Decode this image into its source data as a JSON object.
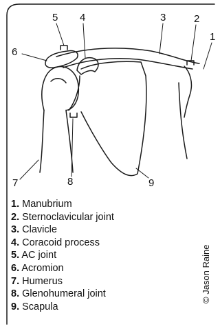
{
  "callouts": [
    "5",
    "4",
    "3",
    "2",
    "1",
    "6",
    "7",
    "8",
    "9"
  ],
  "legend": [
    {
      "num": "1.",
      "label": "Manubrium"
    },
    {
      "num": "2.",
      "label": "Sternoclavicular joint"
    },
    {
      "num": "3.",
      "label": "Clavicle"
    },
    {
      "num": "4.",
      "label": "Coracoid process"
    },
    {
      "num": "5.",
      "label": "AC joint"
    },
    {
      "num": "6.",
      "label": "Acromion"
    },
    {
      "num": "7.",
      "label": "Humerus"
    },
    {
      "num": "8.",
      "label": "Glenohumeral joint"
    },
    {
      "num": "9.",
      "label": "Scapula"
    }
  ],
  "credit": "© Jason Raine"
}
